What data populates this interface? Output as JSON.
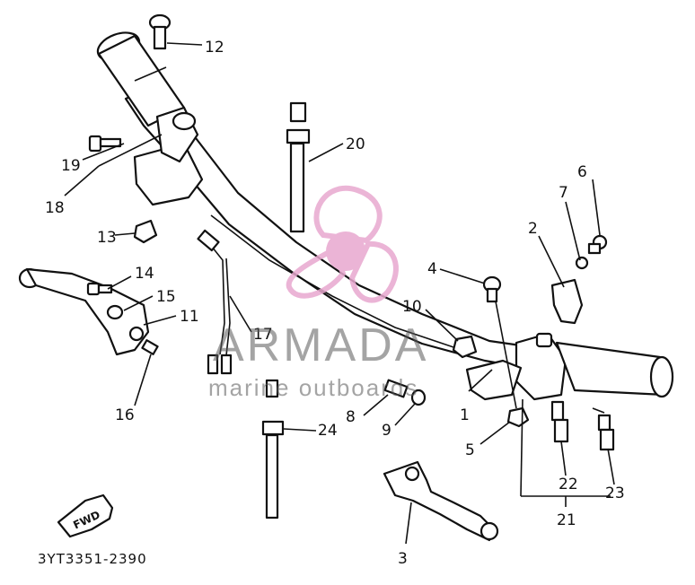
{
  "diagram": {
    "part_code": "3YT3351-2390",
    "direction_label": "FWD",
    "callouts": [
      "1",
      "2",
      "3",
      "4",
      "5",
      "6",
      "7",
      "8",
      "9",
      "10",
      "11",
      "12",
      "13",
      "14",
      "15",
      "16",
      "17",
      "18",
      "19",
      "20",
      "21",
      "22",
      "23",
      "24"
    ]
  },
  "watermark": {
    "title": "ARMADA",
    "subtitle": "marine outboards",
    "logo_color": "#e8a8cf",
    "text_color": "#5a5a5a"
  }
}
